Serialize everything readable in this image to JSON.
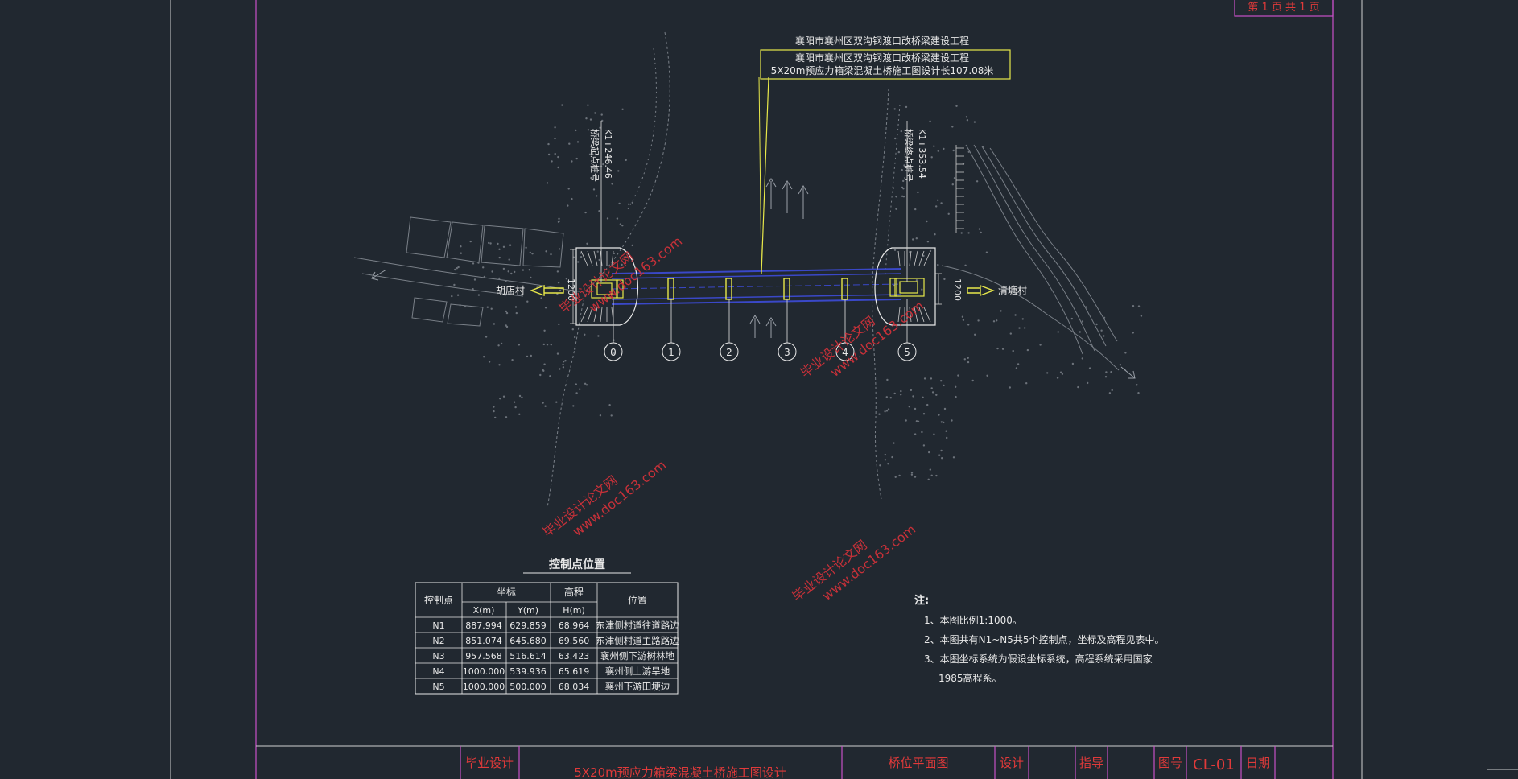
{
  "sheet": {
    "page_label": "第 1 页 共 1 页"
  },
  "project": {
    "title": "襄阳市襄州区双沟钢渡口改桥梁建设工程",
    "subtitle_overlap": "襄阳市襄州区双沟钢渡口改桥梁建设工程",
    "subtitle": "5X20m预应力箱梁混凝土桥施工图设计长107.08米"
  },
  "stations": {
    "start": {
      "label": "桥梁起点桩号",
      "value": "K1+246.46"
    },
    "end": {
      "label": "桥梁终点桩号",
      "value": "K1+353.54"
    }
  },
  "villages": {
    "left": "胡店村",
    "right": "清塘村"
  },
  "dimensions": {
    "left_width": "1200",
    "right_width": "1200"
  },
  "piers": [
    "0",
    "1",
    "2",
    "3",
    "4",
    "5"
  ],
  "watermarks": {
    "school": "毕业设计论文网",
    "site": "www.doc163.com"
  },
  "control_table": {
    "title": "控制点位置",
    "headers": {
      "point": "控制点",
      "coords": "坐标",
      "elevation": "高程",
      "location": "位置",
      "x": "X(m)",
      "y": "Y(m)",
      "h": "H(m)"
    },
    "rows": [
      {
        "id": "N1",
        "x": "887.994",
        "y": "629.859",
        "h": "68.964",
        "loc": "东津侧村道往道路边"
      },
      {
        "id": "N2",
        "x": "851.074",
        "y": "645.680",
        "h": "69.560",
        "loc": "东津侧村道主路路边"
      },
      {
        "id": "N3",
        "x": "957.568",
        "y": "516.614",
        "h": "63.423",
        "loc": "襄州侧下游树林地"
      },
      {
        "id": "N4",
        "x": "1000.000",
        "y": "539.936",
        "h": "65.619",
        "loc": "襄州侧上游旱地"
      },
      {
        "id": "N5",
        "x": "1000.000",
        "y": "500.000",
        "h": "68.034",
        "loc": "襄州下游田埂边"
      }
    ]
  },
  "notes": {
    "title": "注:",
    "items": [
      "1、本图比例1:1000。",
      "2、本图共有N1~N5共5个控制点，坐标及高程见表中。",
      "3、本图坐标系统为假设坐标系统，高程系统采用国家",
      "1985高程系。"
    ]
  },
  "title_block": {
    "grad": "毕业设计",
    "project_name": "5X20m预应力箱梁混凝土桥施工图设计",
    "drawing_name": "桥位平面图",
    "design": "设计",
    "guide": "指导",
    "drawing_no_label": "图号",
    "drawing_no": "CL-01",
    "date": "日期"
  },
  "colors": {
    "background": "#212830",
    "frame": "#c850c8",
    "line": "#e8e8e8",
    "terrain": "#7a8088",
    "accent_red": "#e03a3a",
    "accent_yellow": "#e8e84a",
    "bridge_blue": "#3a48c8"
  }
}
